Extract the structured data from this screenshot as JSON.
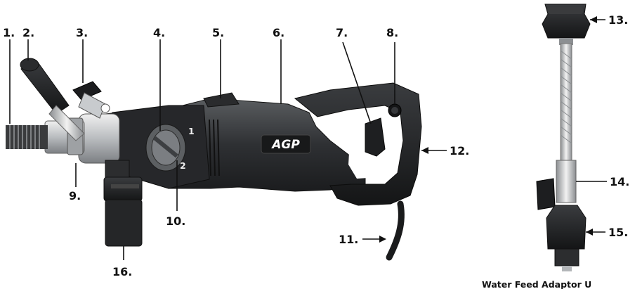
{
  "diagram": {
    "brand_logo": "AGP",
    "dial_marks": [
      "1",
      "2"
    ],
    "labels": [
      "1.",
      "2.",
      "3.",
      "4.",
      "5.",
      "6.",
      "7.",
      "8.",
      "9.",
      "10.",
      "11.",
      "12.",
      "13.",
      "14.",
      "15.",
      "16."
    ],
    "caption": "Water Feed Adaptor U"
  }
}
